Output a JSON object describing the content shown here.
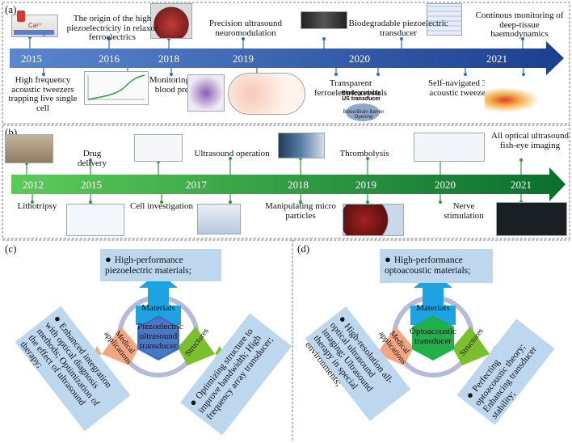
{
  "panel_a": {
    "tag": "(a)",
    "years": [
      "2015",
      "2016",
      "2018",
      "2019",
      "2020",
      "2021"
    ],
    "above_labels": [
      "The origin of the high piezoelectricity in relaxor ferroelectrics",
      "Precision ultrasound neuromodulation",
      "Biodegradable piezoelectric transducer",
      "Continous monitoring of deep-tissue haemodynamics"
    ],
    "below_labels": [
      "High frequency acoustic tweezers trapping live single cell",
      "Monitoring of the blood pressure",
      "Transparent ferroelectric crystals",
      "Self-navigated 3D acoustic tweezers"
    ],
    "thumb_text": {
      "ca_change": "Ca²⁺ change",
      "biodegradable_us": "Biodegradable US transducer",
      "bbb": "Blood-Brain Barrier Opening"
    }
  },
  "panel_b": {
    "tag": "(b)",
    "years": [
      "2012",
      "2015",
      "2017",
      "2018",
      "2019",
      "2020",
      "2021"
    ],
    "above_labels": [
      "Drug delivery",
      "Ultrasound operation",
      "Thrombolysis",
      "All optical ultrasound fish-eye imaging"
    ],
    "below_labels": [
      "Lithotripsy",
      "Cell investigation",
      "Manipulating micro particles",
      "Nerve stimulation"
    ]
  },
  "panel_c": {
    "tag": "(c)",
    "hub": "Piezoelectric ultrasound transducer",
    "segments": {
      "top": "Materials",
      "left": "Medical applications",
      "right": "Structures"
    },
    "box_top": "High-performance piezoelectric materials;",
    "box_left": "Enhanced integration with optical diagnosis methods; Optimization of the effect of ultrasound therapy;",
    "box_right": "Optimizing structure to improve bandwidth; High frequency array transducer;"
  },
  "panel_d": {
    "tag": "(d)",
    "hub": "Optoacoustic transducer",
    "segments": {
      "top": "Materials",
      "left": "Medical applications",
      "right": "Structures"
    },
    "box_top": "High-performance optoacoustic materials;",
    "box_left": "High-resolution all-optical ultrasound imaging; Ultrasound therapy in special environments;",
    "box_right": "Perfecting optoacoustic theory; Enhancing transducer stability;"
  },
  "colors": {
    "blue_arrow_start": "#5b87cf",
    "blue_arrow_end": "#1c3f8f",
    "green_arrow_start": "#5ccb5a",
    "green_arrow_end": "#0a6e2e",
    "box_fill": "#bdd7ee",
    "seg_top": "#1fa3e0",
    "seg_left": "#f4a582",
    "seg_right": "#7cbf2e",
    "hub_c": "#4472c4",
    "hub_d": "#22b04b"
  }
}
